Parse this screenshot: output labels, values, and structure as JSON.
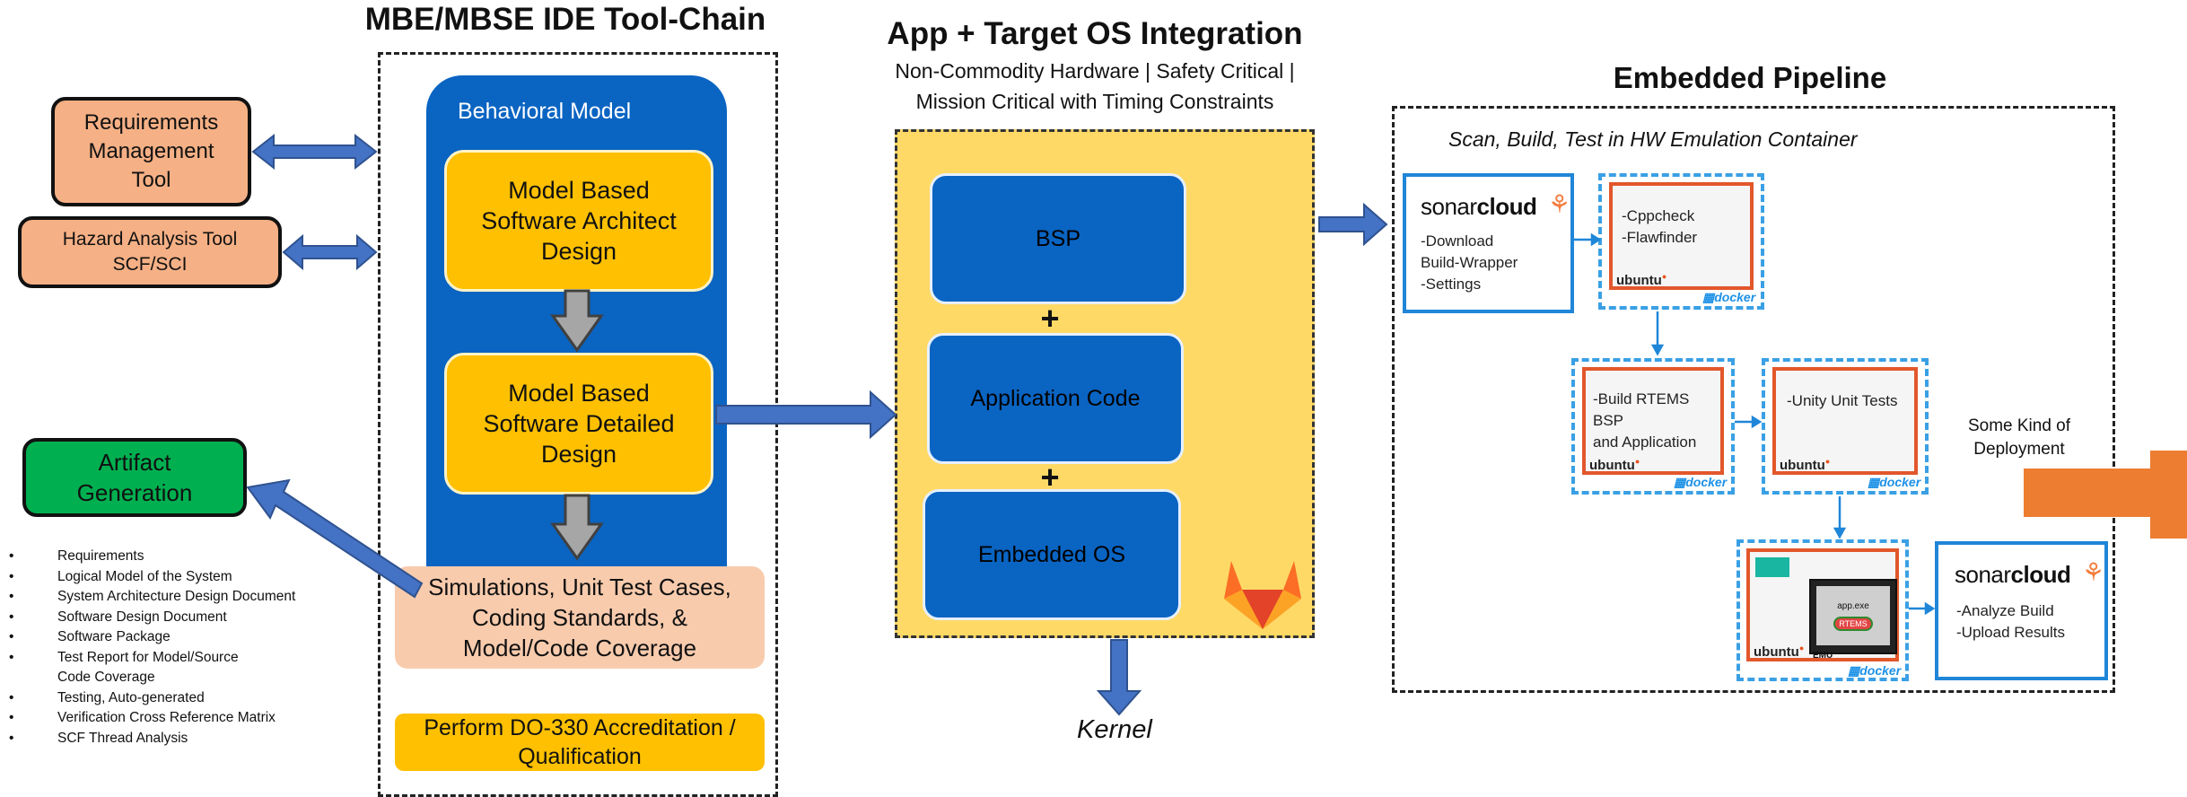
{
  "left": {
    "req_tool": "Requirements Management Tool",
    "hazard_tool_line1": "Hazard Analysis Tool",
    "hazard_tool_line2": "SCF/SCI",
    "artifact": "Artifact Generation",
    "artifact_items": [
      "Requirements",
      "Logical Model of the System",
      "System Architecture Design Document",
      "Software Design Document",
      "Software Package",
      "Test Report for Model/Source",
      "Code Coverage",
      "Testing, Auto-generated",
      "Verification Cross Reference Matrix",
      "SCF Thread Analysis"
    ]
  },
  "ide": {
    "title": "MBE/MBSE IDE Tool-Chain",
    "behavioral_label": "Behavioral Model",
    "architect": "Model Based Software Architect Design",
    "detailed": "Model Based Software Detailed Design",
    "simulations": "Simulations, Unit Test Cases, Coding Standards, & Model/Code Coverage",
    "do330": "Perform DO-330 Accreditation / Qualification"
  },
  "integration": {
    "title": "App + Target OS Integration",
    "subtitle_line1": "Non-Commodity Hardware | Safety Critical |",
    "subtitle_line2": "Mission Critical with Timing Constraints",
    "bsp": "BSP",
    "plus": "+",
    "app_code": "Application Code",
    "embedded_os": "Embedded OS",
    "kernel": "Kernel"
  },
  "pipeline": {
    "title": "Embedded Pipeline",
    "caption": "Scan, Build, Test in HW Emulation Container",
    "sonar_word_a": "sonar",
    "sonar_word_b": "cloud",
    "sonar1_lines": "-Download\nBuild-Wrapper\n-Settings",
    "cpp_lines": "-Cppcheck\n-Flawfinder",
    "build_lines": "-Build RTEMS BSP\nand Application",
    "unity_lines": "-Unity Unit Tests",
    "sonar2_lines": "-Analyze Build\n-Upload Results",
    "ubuntu": "ubuntu",
    "docker": "docker",
    "app_exe": "app.exe",
    "rtems": "RTEMS",
    "emu": "EMU",
    "deployment": "Some Kind of Deployment"
  },
  "colors": {
    "orange_box": "#f5b085",
    "green_box": "#00b050",
    "yellow_box": "#fec000",
    "blue": "#0a64c2",
    "peach": "#f8cbad",
    "deploy_arrow": "#ed7d31",
    "arrow_blue": "#4472c4"
  }
}
